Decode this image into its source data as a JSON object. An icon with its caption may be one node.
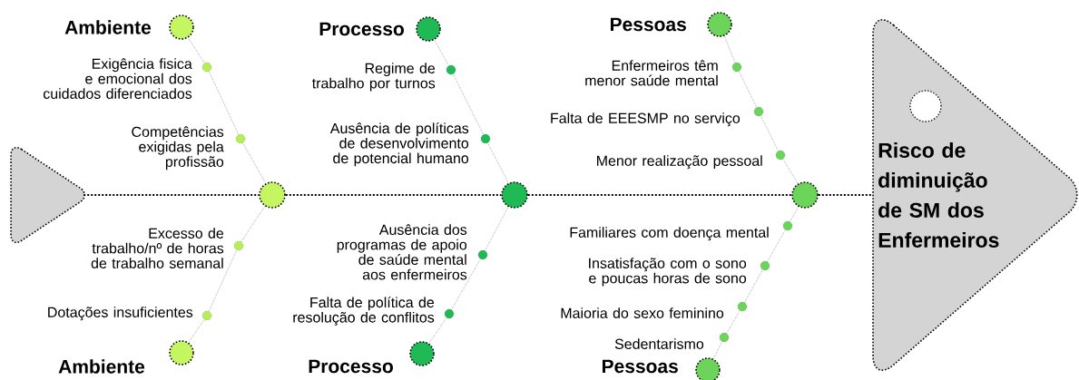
{
  "diagram": {
    "nodes": [
      {
        "text": [],
        "shape": "triangle"
      },
      {
        "text": [
          "Ambiente"
        ]
      },
      {
        "text": [
          "Exigência fisica e emocional dos cuidados diferenciados"
        ]
      },
      {
        "text": [
          "Competências exigidas pela profissão"
        ]
      },
      {
        "text": [],
        "shape": "circle"
      },
      {
        "text": [
          "Excesso de trabalho/nº de horas de trabalho semanal"
        ]
      },
      {
        "text": [
          "Dotações insuficientes"
        ]
      },
      {
        "text": [
          "Ambiente"
        ]
      },
      {
        "text": [
          "Processo"
        ]
      },
      {
        "text": [
          "Regime de trabalho por turnos"
        ]
      },
      {
        "text": [
          "Ausência de políticas de desenvolvimento de potencial humano"
        ]
      },
      {
        "text": [],
        "shape": "circle"
      },
      {
        "text": [
          "Ausência dos programas de apoio de saúde mental aos enfermeiros"
        ]
      },
      {
        "text": [
          "Falta de política de resolução de conflitos"
        ]
      },
      {
        "text": [
          "Processo"
        ]
      },
      {
        "text": [
          "Pessoas"
        ]
      },
      {
        "text": [
          "Enfermeiros têm menor saúde mental"
        ]
      },
      {
        "text": [
          "Falta de EEESMP no serviço"
        ]
      },
      {
        "text": [
          "Menor realização pessoal"
        ]
      },
      {
        "text": [],
        "shape": "circle"
      },
      {
        "text": [
          "Familiares com doença mental"
        ]
      },
      {
        "text": [
          "Insatisfação com o sono e poucas horas de sono"
        ]
      },
      {
        "text": [
          "Maioria do sexo feminino"
        ]
      },
      {
        "text": [
          "Sedentarismo"
        ]
      },
      {
        "text": [
          "Pessoas"
        ]
      },
      {
        "text": [
          "Risco de diminuição de SM dos Enfermeiros"
        ]
      }
    ],
    "edges": [
      {
        "from": 0,
        "to": 4,
        "arrow": "none",
        "style": "dashed"
      },
      {
        "from": 4,
        "to": 11,
        "arrow": "none",
        "style": "dashed"
      },
      {
        "from": 11,
        "to": 19,
        "arrow": "none",
        "style": "dashed"
      },
      {
        "from": 19,
        "to": 25,
        "arrow": "none",
        "style": "dashed"
      },
      {
        "from": 1,
        "to": 2,
        "arrow": "none"
      },
      {
        "from": 2,
        "to": 3,
        "arrow": "none"
      },
      {
        "from": 3,
        "to": 4,
        "arrow": "none"
      },
      {
        "from": 7,
        "to": 6,
        "arrow": "none"
      },
      {
        "from": 6,
        "to": 5,
        "arrow": "none"
      },
      {
        "from": 5,
        "to": 4,
        "arrow": "none"
      },
      {
        "from": 8,
        "to": 9,
        "arrow": "none"
      },
      {
        "from": 9,
        "to": 10,
        "arrow": "none"
      },
      {
        "from": 10,
        "to": 11,
        "arrow": "none"
      },
      {
        "from": 14,
        "to": 13,
        "arrow": "none"
      },
      {
        "from": 13,
        "to": 12,
        "arrow": "none"
      },
      {
        "from": 12,
        "to": 11,
        "arrow": "none"
      },
      {
        "from": 15,
        "to": 16,
        "arrow": "none"
      },
      {
        "from": 16,
        "to": 17,
        "arrow": "none"
      },
      {
        "from": 17,
        "to": 18,
        "arrow": "none"
      },
      {
        "from": 18,
        "to": 19,
        "arrow": "none"
      },
      {
        "from": 24,
        "to": 23,
        "arrow": "none"
      },
      {
        "from": 23,
        "to": 22,
        "arrow": "none"
      },
      {
        "from": 22,
        "to": 21,
        "arrow": "none"
      },
      {
        "from": 21,
        "to": 20,
        "arrow": "none"
      },
      {
        "from": 20,
        "to": 19,
        "arrow": "none"
      }
    ]
  }
}
